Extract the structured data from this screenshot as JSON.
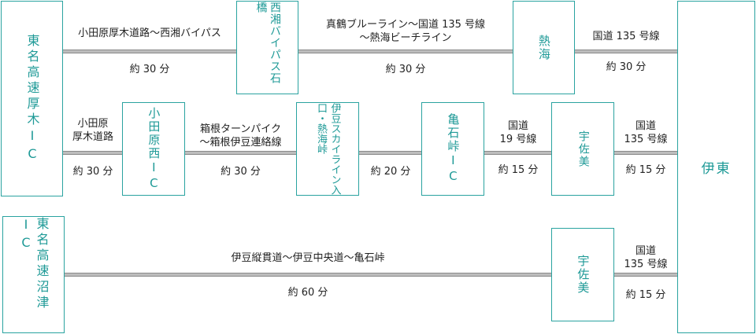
{
  "nodes": {
    "tomei_atsugi": "東名高速厚木IC",
    "seisho_ishibashi": "西湘バイパス石橋",
    "atami": "熱海",
    "ito": "伊東",
    "odawara_nishi": "小田原西IC",
    "izu_skyline": "伊豆スカイライン入口・熱海峠",
    "kameishi": "亀石峠IC",
    "usami_1": "宇佐美",
    "tomei_numazu": "東名高速沼津IC",
    "usami_2": "宇佐美"
  },
  "routes": {
    "r1a_name": "小田原厚木道路～西湘バイパス",
    "r1a_time": "約 30 分",
    "r1b_name": "真鶴ブルーライン～国道 135 号線\n～熱海ビーチライン",
    "r1b_time": "約 30 分",
    "r1c_name": "国道 135 号線",
    "r1c_time": "約 30 分",
    "r2a_name": "小田原\n厚木道路",
    "r2a_time": "約 30 分",
    "r2b_name": "箱根ターンパイク\n～箱根伊豆連絡線",
    "r2b_time": "約 30 分",
    "r2c_time": "約 20 分",
    "r2d_name": "国道\n19 号線",
    "r2d_time": "約 15 分",
    "r2e_name": "国道\n135 号線",
    "r2e_time": "約 15 分",
    "r3a_name": "伊豆縦貫道～伊豆中央道～亀石峠",
    "r3a_time": "約 60 分",
    "r3b_name": "国道\n135 号線",
    "r3b_time": "約 15 分"
  },
  "colors": {
    "node_border": "#2aa3a0",
    "node_text": "#1f9a97",
    "road": "#bdbdbd"
  }
}
